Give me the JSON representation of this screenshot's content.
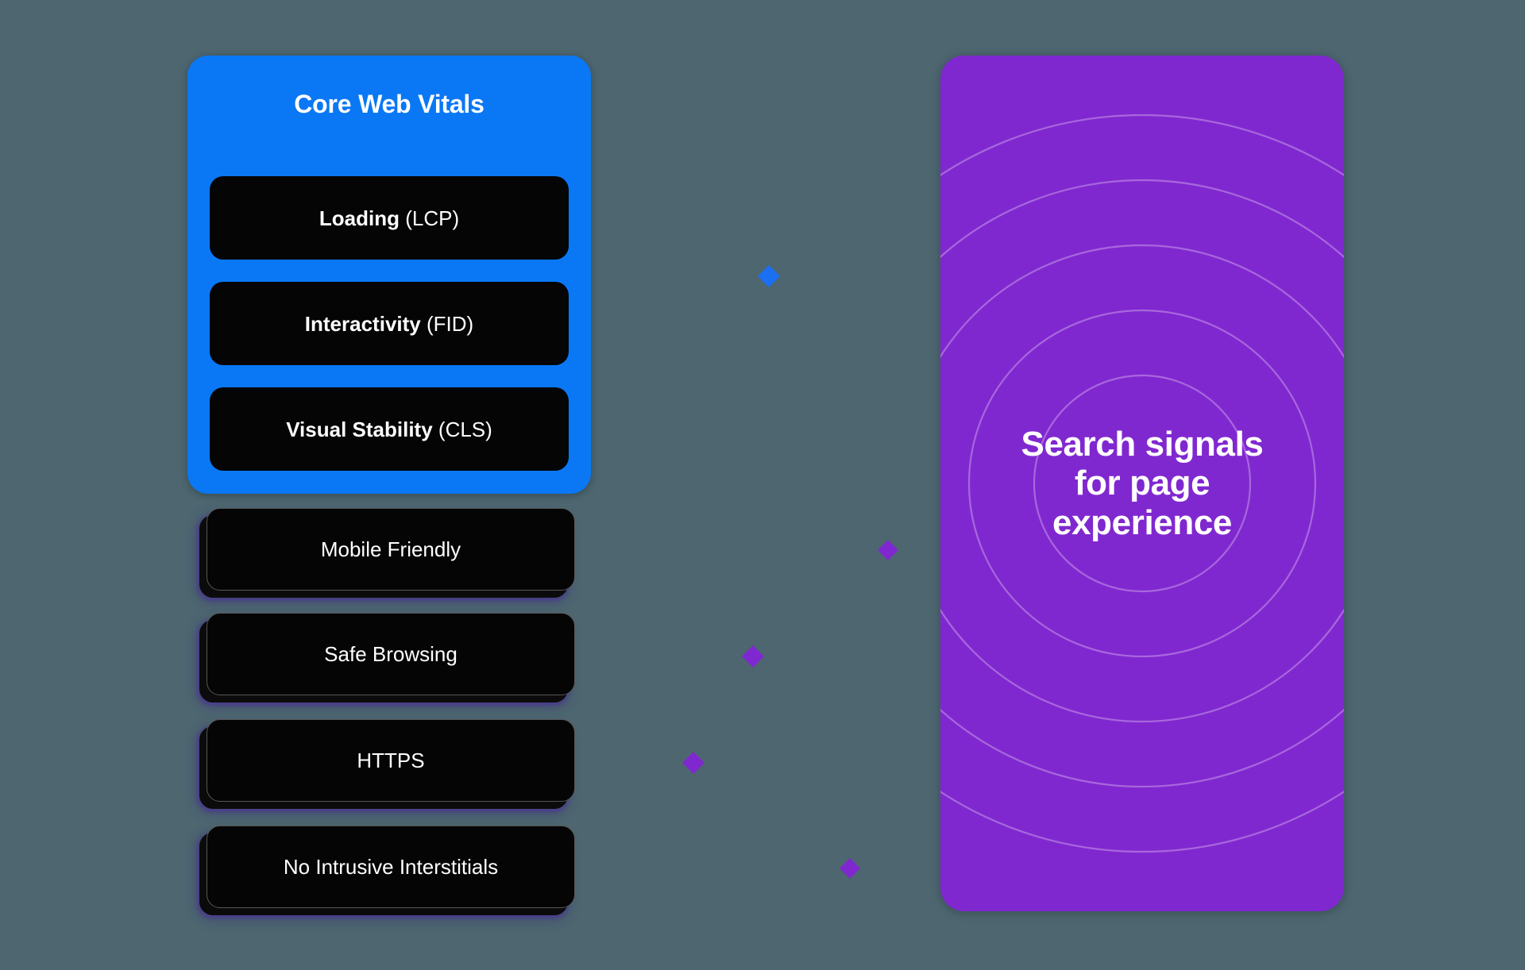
{
  "diagram": {
    "title": "Search signals for page experience diagram",
    "background_color": "#4d6670"
  },
  "core_web_vitals": {
    "card_title": "Core Web Vitals",
    "card_color": "#0a78f5",
    "items": [
      {
        "name": "Loading",
        "abbr": "(LCP)"
      },
      {
        "name": "Interactivity",
        "abbr": "(FID)"
      },
      {
        "name": "Visual Stability",
        "abbr": "(CLS)"
      }
    ]
  },
  "other_signals": [
    {
      "label": "Mobile Friendly"
    },
    {
      "label": "Safe Browsing"
    },
    {
      "label": "HTTPS"
    },
    {
      "label": "No Intrusive Interstitials"
    }
  ],
  "destination": {
    "line1": "Search signals",
    "line2": "for page",
    "line3": "experience",
    "card_color": "#8028d0",
    "ring_color": "#c89ae8"
  },
  "connectors": [
    {
      "from": "core-web-vitals",
      "marker_color": "#1b6ff2"
    },
    {
      "from": "mobile-friendly",
      "marker_color": "#8028d0"
    },
    {
      "from": "safe-browsing",
      "marker_color": "#8028d0"
    },
    {
      "from": "https",
      "marker_color": "#8028d0"
    },
    {
      "from": "no-intrusive-interstitials",
      "marker_color": "#8028d0"
    }
  ]
}
